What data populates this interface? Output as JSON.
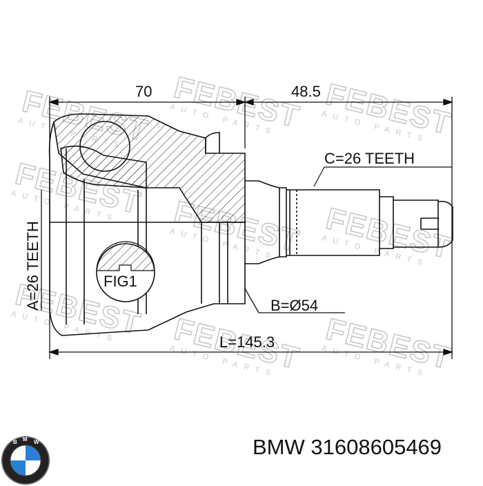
{
  "watermark": {
    "brand": "FEBEST",
    "sub": "AUTO PARTS"
  },
  "dimensions": {
    "left_length": "70",
    "right_length": "48.5",
    "spline_c": "C=26 TEETH",
    "spline_a": "A=26 TEETH",
    "fig_label": "FIG1",
    "diameter_b": "B=Ø54",
    "total_length": "L=145.3"
  },
  "caption": {
    "brand": "BMW",
    "part_number": "31608605469"
  },
  "colors": {
    "line": "#111111",
    "watermark": "#c9c9c9",
    "logo_blue": "#2a7fd6"
  },
  "icons": {
    "logo": "bmw-logo-icon"
  }
}
